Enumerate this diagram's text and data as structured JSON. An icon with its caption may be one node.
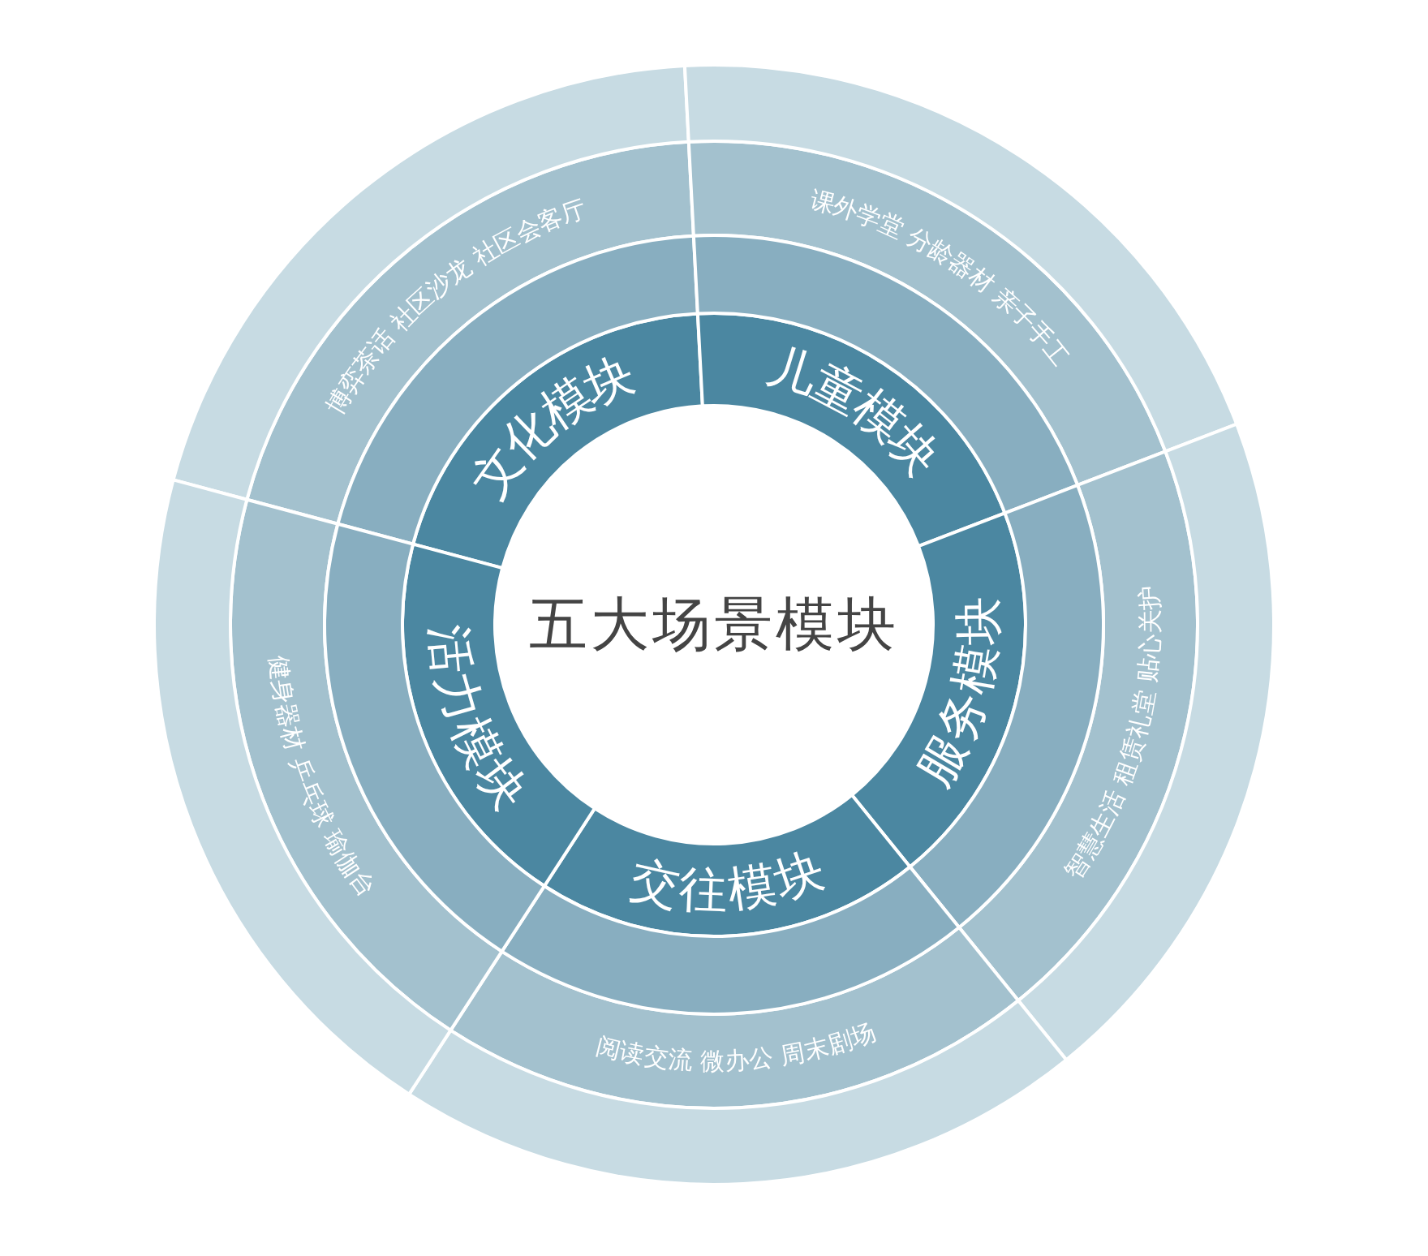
{
  "diagram": {
    "nodes": [
      {
        "text": [
          "五大场景模块"
        ]
      },
      {
        "text": [
          "文化模块"
        ]
      },
      {
        "text": [
          "儿童模块"
        ]
      },
      {
        "text": [
          "服务模块"
        ]
      },
      {
        "text": [
          "交往模块"
        ]
      },
      {
        "text": [
          "活力模块"
        ]
      },
      {
        "text": [
          "博弈茶话 社区沙龙 社区会客厅"
        ]
      },
      {
        "text": [
          "课外学堂 分龄器材 亲子手工"
        ]
      },
      {
        "text": [
          "智慧生活 租赁礼堂 贴心关护"
        ]
      },
      {
        "text": [
          "阅读交流 微办公 周末剧场"
        ]
      },
      {
        "text": [
          "健身器材 乒乓球 瑜伽台"
        ]
      },
      {
        "text": [],
        "shape": "band"
      },
      {
        "text": [],
        "shape": "band"
      },
      {
        "text": [],
        "shape": "band"
      },
      {
        "text": [],
        "shape": "band"
      },
      {
        "text": [],
        "shape": "band"
      },
      {
        "text": [],
        "shape": "band"
      },
      {
        "text": [],
        "shape": "band"
      },
      {
        "text": [],
        "shape": "band"
      },
      {
        "text": [],
        "shape": "band"
      },
      {
        "text": [],
        "shape": "band"
      }
    ],
    "edges": []
  }
}
